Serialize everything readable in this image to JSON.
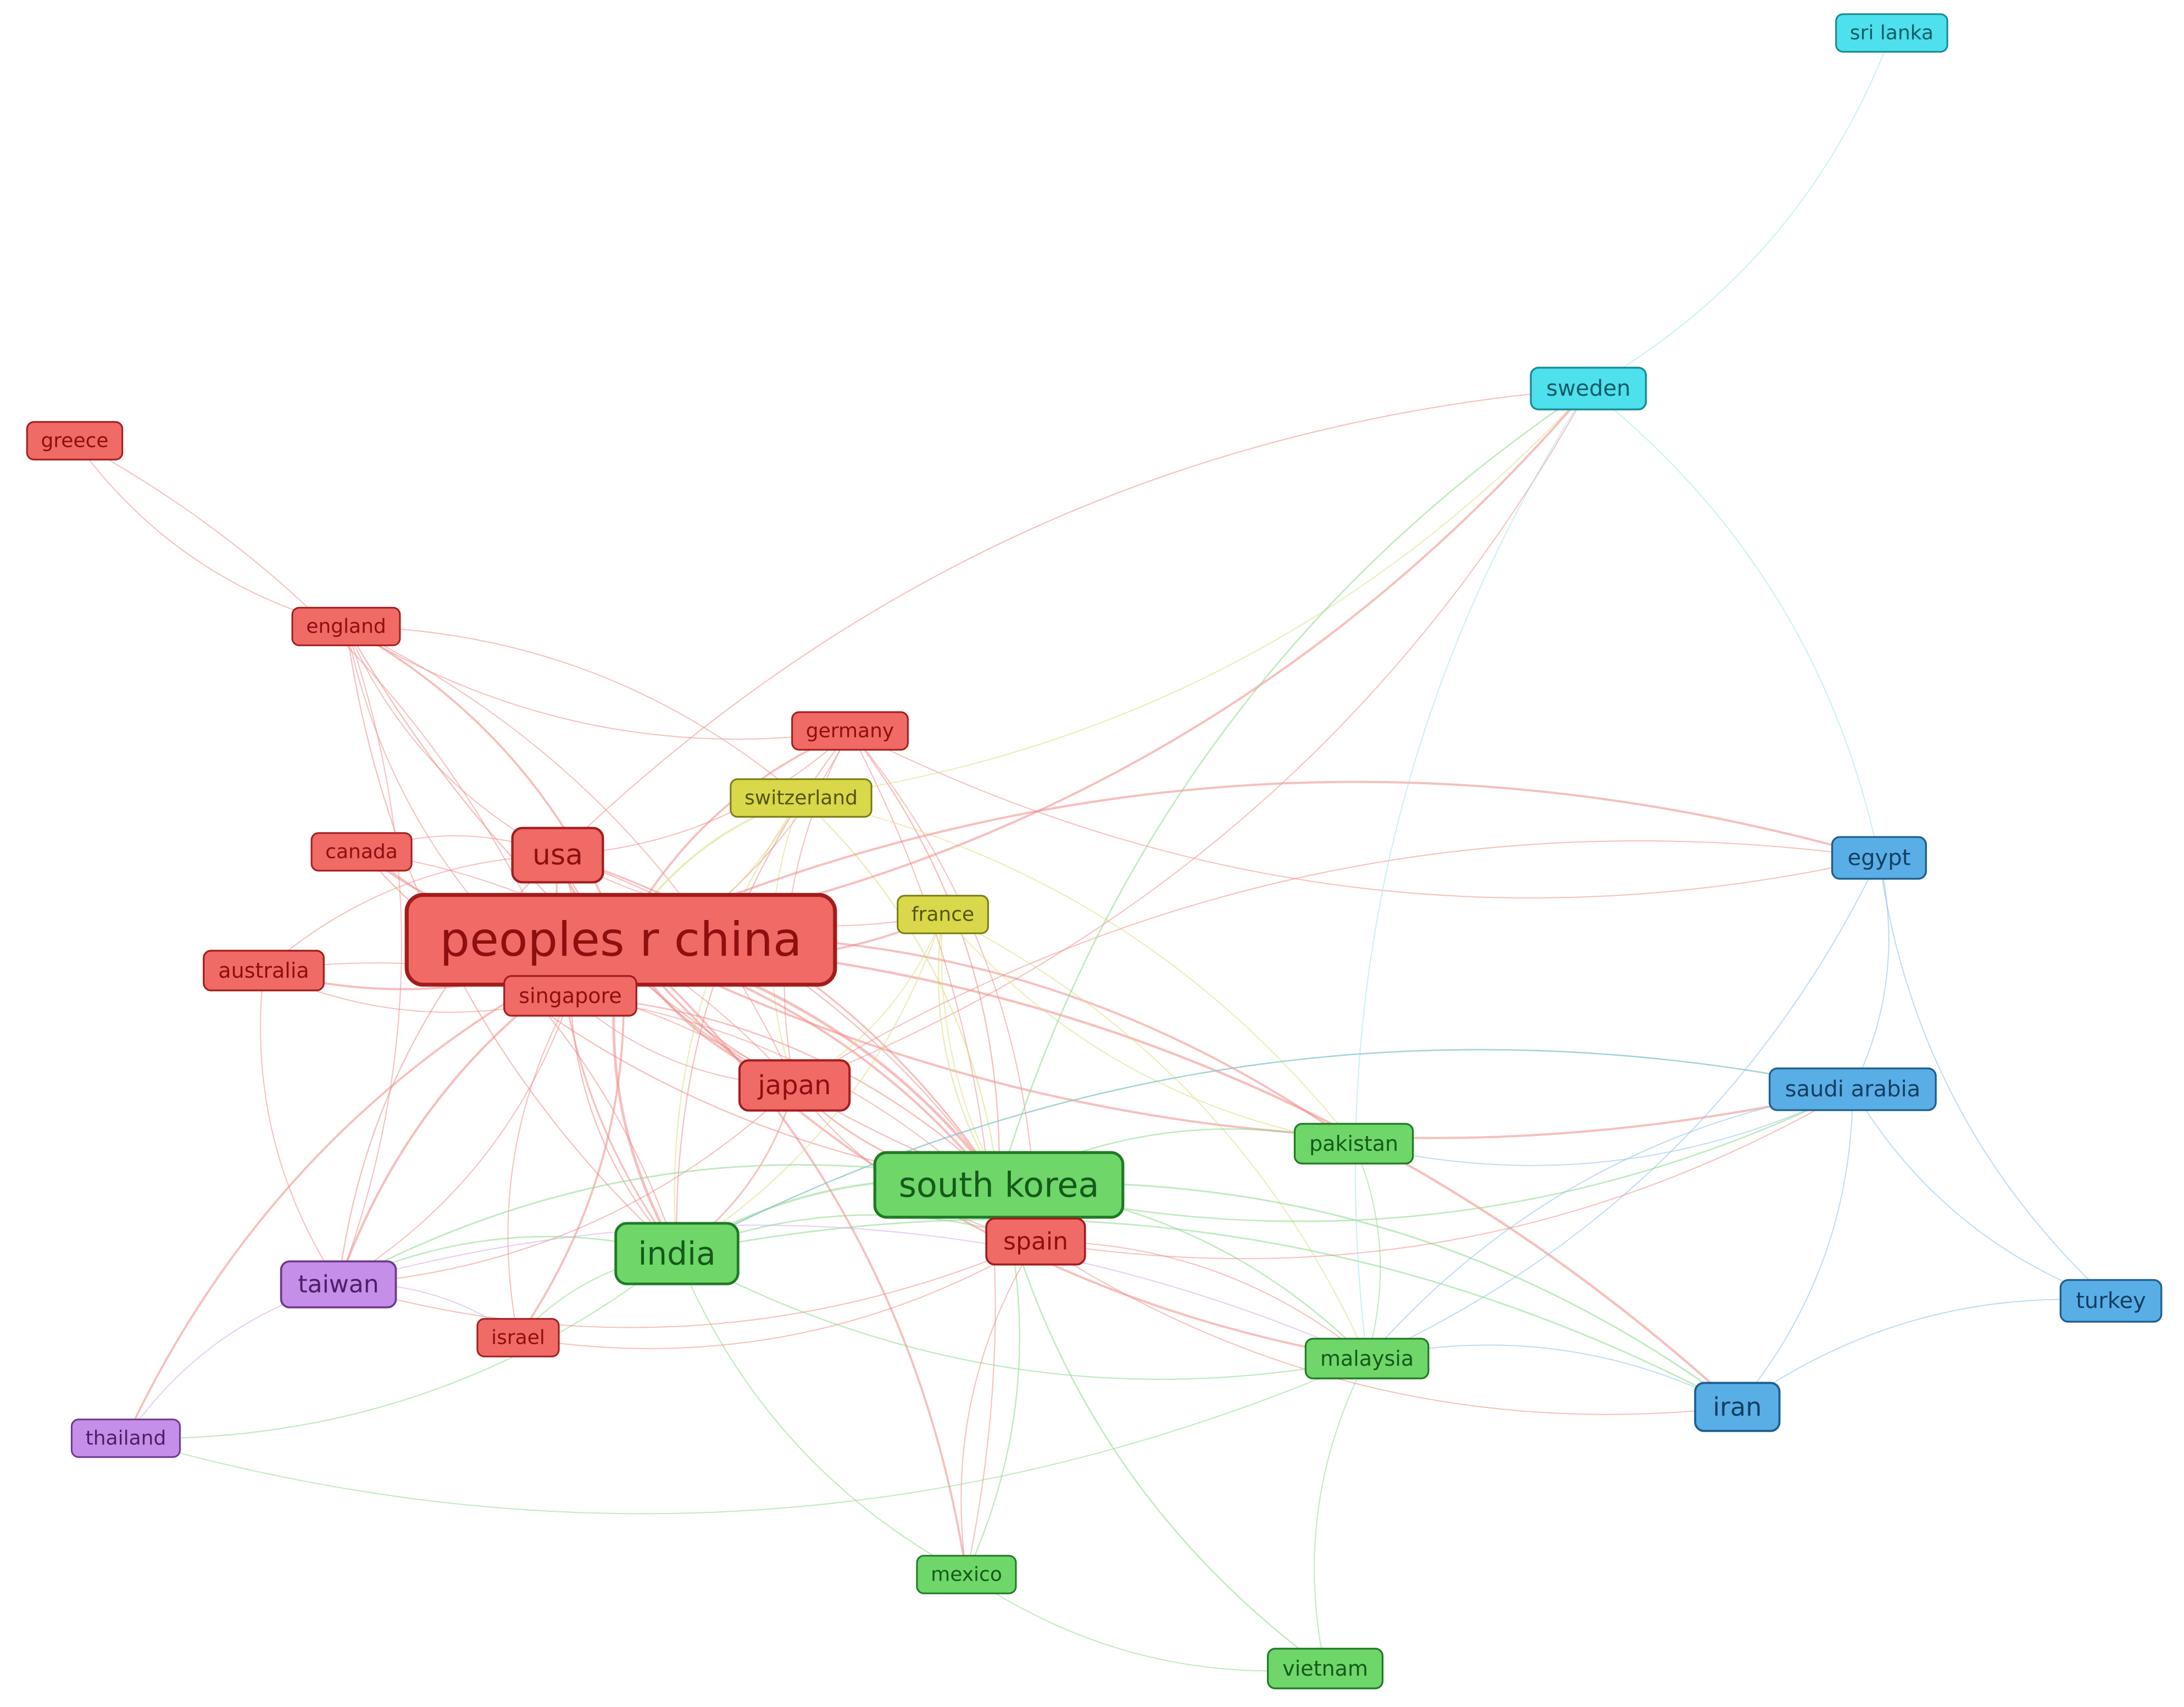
{
  "clusters": {
    "red": {
      "fill": "#f06a66",
      "stroke": "#a31c1c",
      "text": "#8e0f0f",
      "edge": "#ee8a86"
    },
    "green": {
      "fill": "#6fd66a",
      "stroke": "#1f7a24",
      "text": "#145a18",
      "edge": "#8cd98a"
    },
    "yellow": {
      "fill": "#d8d84a",
      "stroke": "#7a7a12",
      "text": "#55550a",
      "edge": "#d8dc7a"
    },
    "blue": {
      "fill": "#5aaee6",
      "stroke": "#1d5e8e",
      "text": "#123f62",
      "edge": "#8cbde6"
    },
    "cyan": {
      "fill": "#4ee0ec",
      "stroke": "#138a96",
      "text": "#0c5c66",
      "edge": "#9ee3ea"
    },
    "purple": {
      "fill": "#c58ee8",
      "stroke": "#6c3a8e",
      "text": "#4c1f6a",
      "edge": "#d0a6e8"
    }
  },
  "nodes": [
    {
      "id": "peoples-r-china",
      "label": "peoples r china",
      "cluster": "red"
    },
    {
      "id": "south-korea",
      "label": "south korea",
      "cluster": "green"
    },
    {
      "id": "india",
      "label": "india",
      "cluster": "green"
    },
    {
      "id": "usa",
      "label": "usa",
      "cluster": "red"
    },
    {
      "id": "japan",
      "label": "japan",
      "cluster": "red"
    },
    {
      "id": "spain",
      "label": "spain",
      "cluster": "red"
    },
    {
      "id": "iran",
      "label": "iran",
      "cluster": "blue"
    },
    {
      "id": "taiwan",
      "label": "taiwan",
      "cluster": "purple"
    },
    {
      "id": "singapore",
      "label": "singapore",
      "cluster": "red"
    },
    {
      "id": "sweden",
      "label": "sweden",
      "cluster": "cyan"
    },
    {
      "id": "egypt",
      "label": "egypt",
      "cluster": "blue"
    },
    {
      "id": "saudi-arabia",
      "label": "saudi arabia",
      "cluster": "blue"
    },
    {
      "id": "turkey",
      "label": "turkey",
      "cluster": "blue"
    },
    {
      "id": "pakistan",
      "label": "pakistan",
      "cluster": "green"
    },
    {
      "id": "malaysia",
      "label": "malaysia",
      "cluster": "green"
    },
    {
      "id": "australia",
      "label": "australia",
      "cluster": "red"
    },
    {
      "id": "germany",
      "label": "germany",
      "cluster": "red"
    },
    {
      "id": "switzerland",
      "label": "switzerland",
      "cluster": "yellow"
    },
    {
      "id": "france",
      "label": "france",
      "cluster": "yellow"
    },
    {
      "id": "england",
      "label": "england",
      "cluster": "red"
    },
    {
      "id": "canada",
      "label": "canada",
      "cluster": "red"
    },
    {
      "id": "greece",
      "label": "greece",
      "cluster": "red"
    },
    {
      "id": "israel",
      "label": "israel",
      "cluster": "red"
    },
    {
      "id": "thailand",
      "label": "thailand",
      "cluster": "purple"
    },
    {
      "id": "mexico",
      "label": "mexico",
      "cluster": "green"
    },
    {
      "id": "vietnam",
      "label": "vietnam",
      "cluster": "green"
    },
    {
      "id": "sri-lanka",
      "label": "sri lanka",
      "cluster": "cyan"
    }
  ],
  "links": [
    [
      "greece",
      "england"
    ],
    [
      "greece",
      "singapore"
    ],
    [
      "england",
      "usa"
    ],
    [
      "england",
      "peoples-r-china"
    ],
    [
      "england",
      "singapore"
    ],
    [
      "england",
      "japan"
    ],
    [
      "england",
      "south-korea"
    ],
    [
      "england",
      "taiwan"
    ],
    [
      "england",
      "india"
    ],
    [
      "england",
      "switzerland"
    ],
    [
      "england",
      "germany"
    ],
    [
      "germany",
      "usa"
    ],
    [
      "germany",
      "peoples-r-china"
    ],
    [
      "germany",
      "singapore"
    ],
    [
      "germany",
      "japan"
    ],
    [
      "germany",
      "south-korea"
    ],
    [
      "germany",
      "india"
    ],
    [
      "germany",
      "spain"
    ],
    [
      "germany",
      "egypt"
    ],
    [
      "germany",
      "mexico"
    ],
    [
      "switzerland",
      "peoples-r-china"
    ],
    [
      "switzerland",
      "singapore"
    ],
    [
      "switzerland",
      "india"
    ],
    [
      "switzerland",
      "south-korea"
    ],
    [
      "switzerland",
      "japan"
    ],
    [
      "switzerland",
      "pakistan"
    ],
    [
      "switzerland",
      "sweden"
    ],
    [
      "canada",
      "usa"
    ],
    [
      "canada",
      "peoples-r-china"
    ],
    [
      "canada",
      "japan"
    ],
    [
      "canada",
      "south-korea"
    ],
    [
      "canada",
      "india"
    ],
    [
      "usa",
      "peoples-r-china"
    ],
    [
      "usa",
      "singapore"
    ],
    [
      "usa",
      "japan"
    ],
    [
      "usa",
      "south-korea"
    ],
    [
      "usa",
      "india"
    ],
    [
      "usa",
      "spain"
    ],
    [
      "usa",
      "taiwan"
    ],
    [
      "usa",
      "sweden"
    ],
    [
      "usa",
      "france"
    ],
    [
      "peoples-r-china",
      "singapore"
    ],
    [
      "peoples-r-china",
      "japan"
    ],
    [
      "peoples-r-china",
      "south-korea"
    ],
    [
      "peoples-r-china",
      "india"
    ],
    [
      "peoples-r-china",
      "spain"
    ],
    [
      "peoples-r-china",
      "taiwan"
    ],
    [
      "peoples-r-china",
      "australia"
    ],
    [
      "peoples-r-china",
      "france"
    ],
    [
      "peoples-r-china",
      "pakistan"
    ],
    [
      "peoples-r-china",
      "saudi-arabia"
    ],
    [
      "peoples-r-china",
      "egypt"
    ],
    [
      "peoples-r-china",
      "sweden"
    ],
    [
      "peoples-r-china",
      "iran"
    ],
    [
      "peoples-r-china",
      "malaysia"
    ],
    [
      "peoples-r-china",
      "israel"
    ],
    [
      "peoples-r-china",
      "thailand"
    ],
    [
      "peoples-r-china",
      "mexico"
    ],
    [
      "australia",
      "singapore"
    ],
    [
      "australia",
      "usa"
    ],
    [
      "australia",
      "taiwan"
    ],
    [
      "australia",
      "japan"
    ],
    [
      "singapore",
      "japan"
    ],
    [
      "singapore",
      "south-korea"
    ],
    [
      "singapore",
      "india"
    ],
    [
      "singapore",
      "taiwan"
    ],
    [
      "singapore",
      "israel"
    ],
    [
      "singapore",
      "spain"
    ],
    [
      "japan",
      "south-korea"
    ],
    [
      "japan",
      "india"
    ],
    [
      "japan",
      "spain"
    ],
    [
      "japan",
      "taiwan"
    ],
    [
      "japan",
      "sweden"
    ],
    [
      "japan",
      "egypt"
    ],
    [
      "france",
      "south-korea"
    ],
    [
      "france",
      "india"
    ],
    [
      "france",
      "pakistan"
    ],
    [
      "france",
      "japan"
    ],
    [
      "france",
      "spain"
    ],
    [
      "france",
      "malaysia"
    ],
    [
      "south-korea",
      "india"
    ],
    [
      "south-korea",
      "pakistan"
    ],
    [
      "south-korea",
      "spain"
    ],
    [
      "south-korea",
      "malaysia"
    ],
    [
      "south-korea",
      "saudi-arabia"
    ],
    [
      "south-korea",
      "iran"
    ],
    [
      "south-korea",
      "vietnam"
    ],
    [
      "south-korea",
      "mexico"
    ],
    [
      "south-korea",
      "taiwan"
    ],
    [
      "south-korea",
      "sweden"
    ],
    [
      "india",
      "taiwan"
    ],
    [
      "india",
      "spain"
    ],
    [
      "india",
      "malaysia"
    ],
    [
      "india",
      "saudi-arabia"
    ],
    [
      "india",
      "mexico"
    ],
    [
      "india",
      "thailand"
    ],
    [
      "india",
      "israel"
    ],
    [
      "india",
      "iran"
    ],
    [
      "spain",
      "saudi-arabia"
    ],
    [
      "spain",
      "israel"
    ],
    [
      "spain",
      "iran"
    ],
    [
      "spain",
      "malaysia"
    ],
    [
      "spain",
      "mexico"
    ],
    [
      "spain",
      "taiwan"
    ],
    [
      "taiwan",
      "thailand"
    ],
    [
      "taiwan",
      "malaysia"
    ],
    [
      "sweden",
      "sri-lanka"
    ],
    [
      "sweden",
      "egypt"
    ],
    [
      "sweden",
      "malaysia"
    ],
    [
      "egypt",
      "saudi-arabia"
    ],
    [
      "egypt",
      "turkey"
    ],
    [
      "egypt",
      "malaysia"
    ],
    [
      "saudi-arabia",
      "turkey"
    ],
    [
      "saudi-arabia",
      "pakistan"
    ],
    [
      "saudi-arabia",
      "malaysia"
    ],
    [
      "saudi-arabia",
      "iran"
    ],
    [
      "saudi-arabia",
      "india"
    ],
    [
      "iran",
      "turkey"
    ],
    [
      "iran",
      "malaysia"
    ],
    [
      "pakistan",
      "malaysia"
    ],
    [
      "malaysia",
      "vietnam"
    ],
    [
      "malaysia",
      "thailand"
    ],
    [
      "mexico",
      "vietnam"
    ],
    [
      "taiwan",
      "israel"
    ]
  ]
}
